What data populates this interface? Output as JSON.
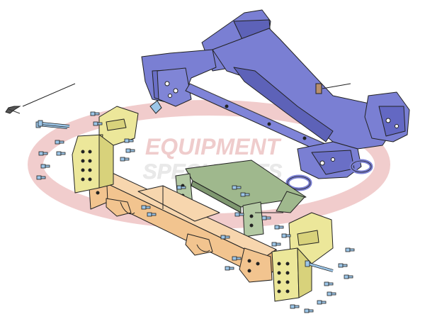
{
  "watermark": {
    "line1": "EQUIPMENT",
    "line2": "SPECIALISTS",
    "color": "#e3a3a3"
  },
  "colors": {
    "frame": "#7a7fd3",
    "frame_shadow": "#5d62b8",
    "crossmember_green": "#9fb88d",
    "push_beam_orange": "#f2c48f",
    "bracket_yellow": "#ece79a",
    "bolt_blue": "#9cc6e8",
    "outline": "#222222"
  },
  "parts": [
    {
      "name": "vehicle-frame",
      "color_key": "frame"
    },
    {
      "name": "center-crossmember",
      "color_key": "crossmember_green"
    },
    {
      "name": "push-beam",
      "color_key": "push_beam_orange"
    },
    {
      "name": "left-mount-bracket",
      "color_key": "bracket_yellow"
    },
    {
      "name": "right-mount-bracket",
      "color_key": "bracket_yellow"
    },
    {
      "name": "hardware-bolts",
      "color_key": "bolt_blue"
    }
  ]
}
